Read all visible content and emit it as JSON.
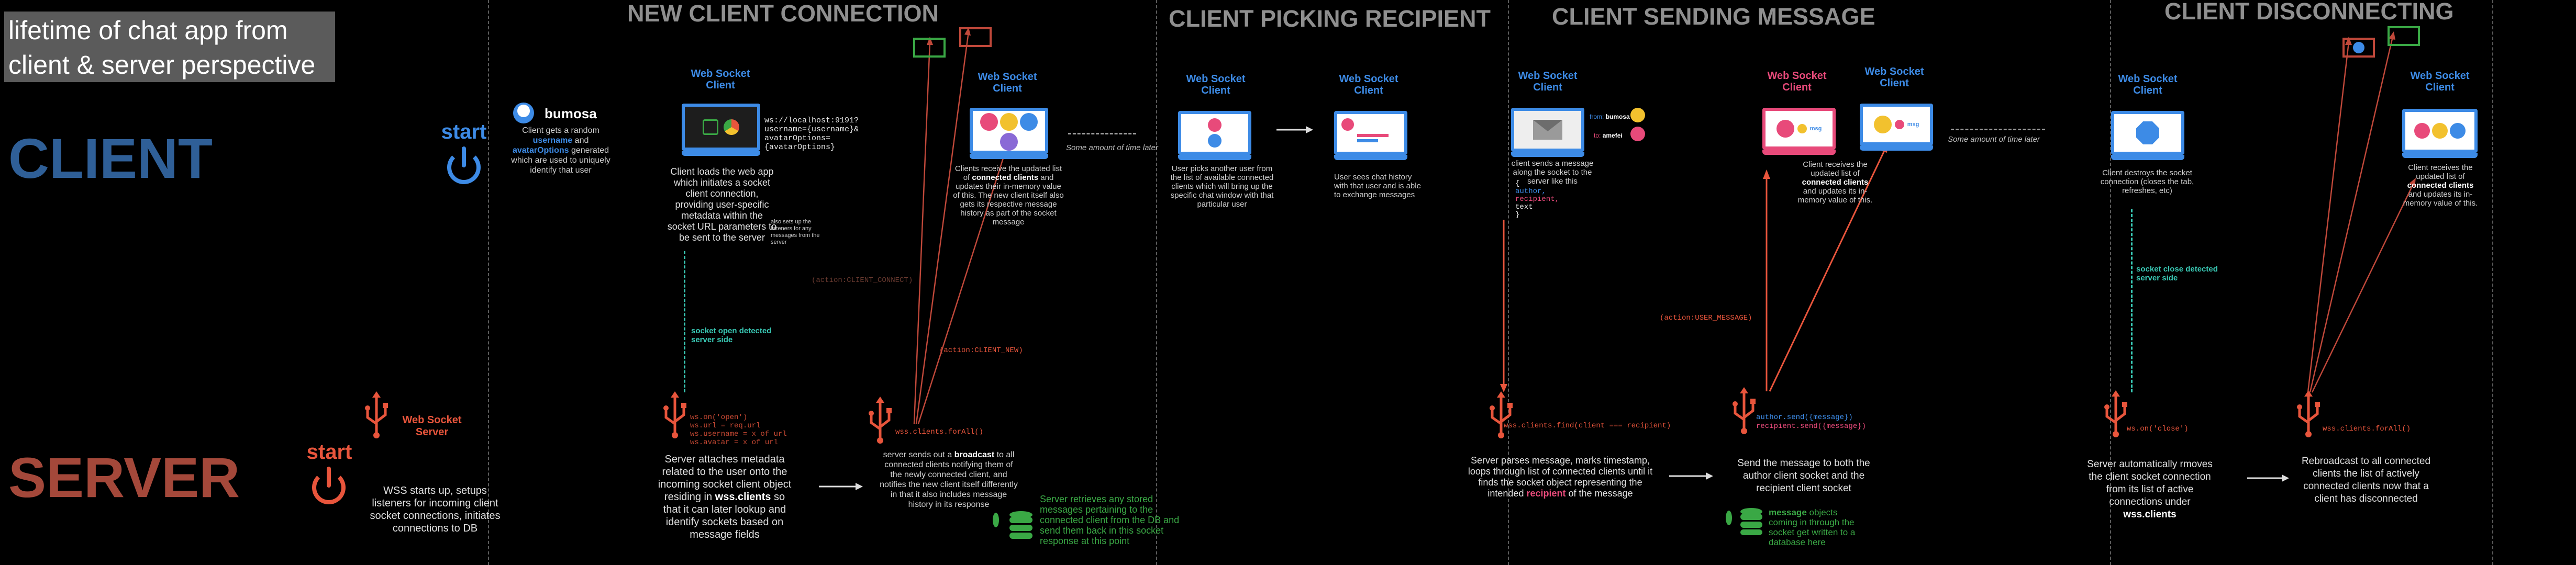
{
  "title": {
    "line1": "lifetime of chat app from",
    "line2": "client & server perspective"
  },
  "lanes": {
    "client": "CLIENT",
    "server": "SERVER"
  },
  "sections": {
    "new_client": "NEW CLIENT CONNECTION",
    "picking": "CLIENT PICKING RECIPIENT",
    "sending": "CLIENT SENDING MESSAGE",
    "disconnecting": "CLIENT DISCONNECTING"
  },
  "colors": {
    "client_lane": "#2f5f97",
    "server_lane": "#a4483a",
    "accent_blue": "#3d8be6",
    "accent_red": "#e8553c",
    "accent_pink": "#e84a7a",
    "accent_green": "#3aa845",
    "accent_cyan": "#39c9b5"
  },
  "client_start": {
    "start": "start",
    "username": "bumosa",
    "desc_a": "Client gets a random",
    "desc_b": "username",
    "desc_c": "and",
    "desc_d": "avatarOptions",
    "desc_e": "generated which are used to uniquely identify that user"
  },
  "server_start": {
    "start": "start",
    "ws_server_1": "Web Socket",
    "ws_server_2": "Server",
    "desc": "WSS starts up, setups listeners for incoming client socket connections, initiates connections to DB"
  },
  "ws_client_label_1": "Web Socket",
  "ws_client_label_2": "Client",
  "new_conn": {
    "url_1": "ws://localhost:9191?",
    "url_2": "username={username}&",
    "url_3": "avatarOptions={avatarOptions}",
    "client_desc": "Client loads the web app which initiates a socket client connection, providing user-specific metadata within the socket URL parameters to be sent to the server",
    "listeners_note": "also sets up the listeners for any messages from the server",
    "socket_open": "socket open detected server side",
    "server_code_1": "ws.on('open')",
    "server_code_2": "ws.url = req.url",
    "server_code_3": "ws.username = x of url",
    "server_code_4": "ws.avatar = x of url",
    "server_desc_a": "Server attaches metadata related to the user onto the incoming socket client object residing in",
    "server_desc_b": "wss.clients",
    "server_desc_c": "so that it can later lookup and identify sockets based on message fields",
    "forall": "wss.clients.forAll()",
    "broadcast_a": "server sends out a",
    "broadcast_b": "broadcast",
    "broadcast_c": "to all connected clients notifying them of the newly connected client, and notifies the new client itself differently in that it also includes message history in its response",
    "db_note": "Server retrieves any stored messages pertaining to the connected client from the DB and send them back in this socket response at this point",
    "action_connect": "(action:CLIENT_CONNECT)",
    "action_new": "(action:CLIENT_NEW)",
    "receive_a": "Clients receive the updated list of",
    "receive_b": "connected clients",
    "receive_c": "and updates their in-memory value of this. The new client itself also gets its respective message history as part of the socket message",
    "time_later": "Some amount of time later"
  },
  "picking": {
    "desc_1": "User picks another user from the list of available connected clients which will bring up the specific chat window with that particular user",
    "desc_2": "User sees chat history with that user and is able to exchange messages"
  },
  "sending": {
    "from_label": "from:",
    "from_user": "bumosa",
    "to_label": "to:",
    "to_user": "amefei",
    "desc_a": "client sends a message along the socket to the server like this",
    "code_1": "{",
    "code_2": "  author,",
    "code_3": "  recipient,",
    "code_4": "  text",
    "code_5": "}",
    "action_user": "(action:USER_MESSAGE)",
    "find": "wss.clients.find(client === recipient)",
    "parse_a": "Server parses message, marks timestamp, loops through list of connected clients until it finds the socket object representing the intended",
    "parse_b": "recipient",
    "parse_c": "of the message",
    "send_1": "author.send({message})",
    "send_2": "recipient.send({message})",
    "send_desc": "Send the message to both the author client socket and the recipient client socket",
    "msg_db_a": "message",
    "msg_db_b": "objects coming in through the socket get written to a database here",
    "msg_tag": "msg",
    "recv_a": "Client receives the updated list of",
    "recv_b": "connected clients",
    "recv_c": "and updates its in-memory value of this.",
    "time_later": "Some amount of time later"
  },
  "disconnect": {
    "destroy": "Client destroys the socket connection (closes the tab, refreshes, etc)",
    "socket_close": "socket close detected server side",
    "on_close": "ws.on('close')",
    "remove_a": "Server automatically rmoves the client socket connection from its list of active connections under",
    "remove_b": "wss.clients",
    "forall": "wss.clients.forAll()",
    "rebroadcast": "Rebroadcast to all connected clients the list of actively connected clients now that a client has disconnected",
    "recv_a": "Client receives the updated list of",
    "recv_b": "connected clients",
    "recv_c": "and updates its in-memory value of this."
  }
}
